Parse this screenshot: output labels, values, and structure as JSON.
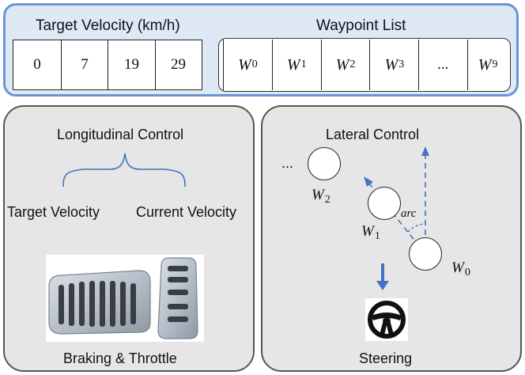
{
  "top": {
    "velocity_title": "Target Velocity (km/h)",
    "velocity_values": [
      "0",
      "7",
      "19",
      "29"
    ],
    "waypoint_title": "Waypoint  List",
    "waypoints": [
      {
        "sym": "W",
        "sub": "0"
      },
      {
        "sym": "W",
        "sub": "1"
      },
      {
        "sym": "W",
        "sub": "2"
      },
      {
        "sym": "W",
        "sub": "3"
      },
      {
        "sym": "...",
        "sub": ""
      },
      {
        "sym": "W",
        "sub": "9"
      }
    ]
  },
  "longitudinal": {
    "title": "Longitudinal Control",
    "input_left": "Target Velocity",
    "input_right": "Current Velocity",
    "output": "Braking & Throttle"
  },
  "lateral": {
    "title": "Lateral Control",
    "ellipsis": "...",
    "w2": {
      "sym": "W",
      "sub": "2"
    },
    "w1": {
      "sym": "W",
      "sub": "1"
    },
    "w0": {
      "sym": "W",
      "sub": "0"
    },
    "arc_label": "arc",
    "output": "Steering"
  },
  "colors": {
    "top_panel_fill": "#dfe9f6",
    "top_panel_border": "#6b95cf",
    "gray_panel_fill": "#e6e6e6",
    "accent_blue": "#4472c4"
  }
}
